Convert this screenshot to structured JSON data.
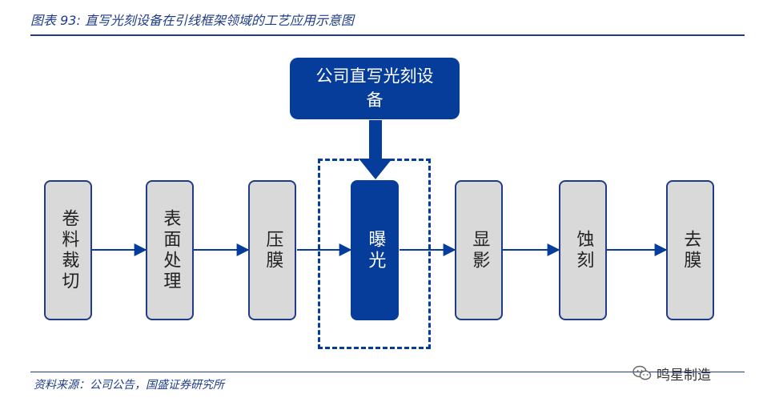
{
  "title": "图表 93:  直写光刻设备在引线框架领域的工艺应用示意图",
  "device": {
    "label": "公司直写光刻设备"
  },
  "steps": [
    {
      "label": "卷料裁切"
    },
    {
      "label": "表面处理"
    },
    {
      "label": "压膜"
    },
    {
      "label": "曝光"
    },
    {
      "label": "显影"
    },
    {
      "label": "蚀刻"
    },
    {
      "label": "去膜"
    }
  ],
  "source": "资料来源：公司公告，国盛证券研究所",
  "watermark": {
    "text": "鸣星制造",
    "icon": "wechat-icon"
  },
  "colors": {
    "accent": "#063d9b",
    "box_fill": "#d9d9d9",
    "text_blue": "#1f3c88"
  }
}
